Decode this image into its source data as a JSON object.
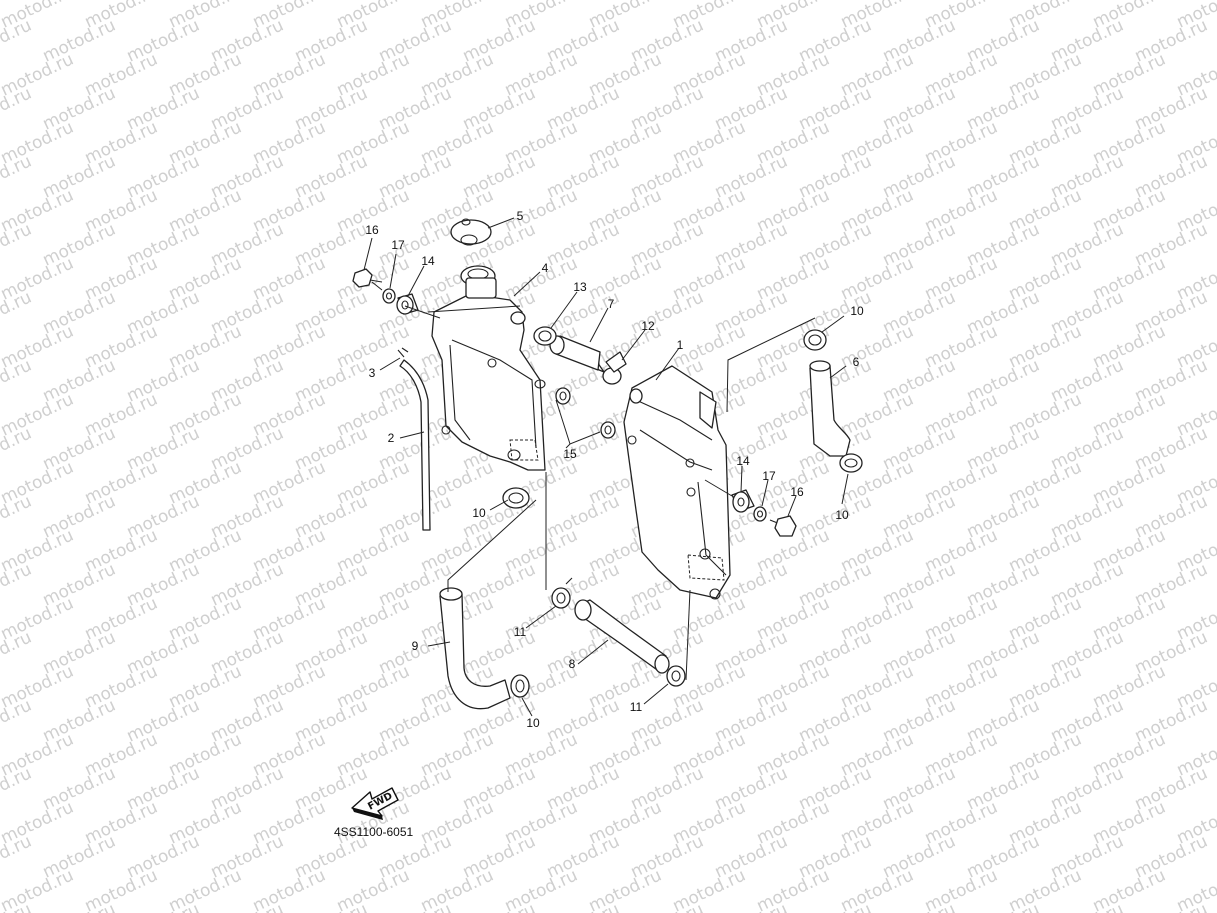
{
  "watermark": {
    "text": "motod.ru"
  },
  "diagram_code": "4SS1100-6051",
  "fwd_arrow_label": "FWD",
  "callouts": [
    "1",
    "2",
    "3",
    "4",
    "5",
    "6",
    "7",
    "8",
    "9",
    "10",
    "11",
    "12",
    "13",
    "14",
    "15",
    "16",
    "17"
  ],
  "icons": [
    "fwd-arrow-icon"
  ]
}
